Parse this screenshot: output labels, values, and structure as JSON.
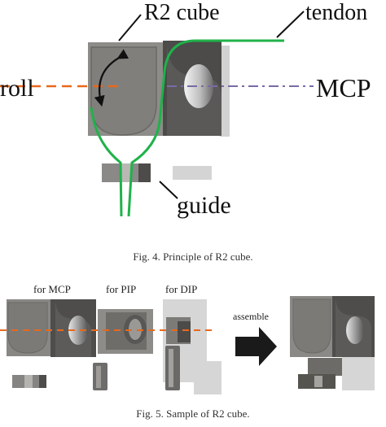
{
  "figure4": {
    "label_r2cube": "R2 cube",
    "label_tendon": "tendon",
    "label_roll": "roll",
    "label_mcp": "MCP",
    "label_guide": "guide",
    "caption": "Fig. 4.  Principle of R2 cube."
  },
  "figure5": {
    "label_for_mcp": "for MCP",
    "label_for_pip": "for PIP",
    "label_for_dip": "for DIP",
    "label_assemble": "assemble",
    "caption": "Fig. 5.  Sample of R2 cube."
  },
  "colors": {
    "tendon": "#1fb24a",
    "roll_axis": "#e8691c",
    "mcp_axis": "#7a6aa6",
    "cube_light": "#8d8c89",
    "cube_dark": "#4c4b49",
    "ghost": "#d4d4d4"
  }
}
